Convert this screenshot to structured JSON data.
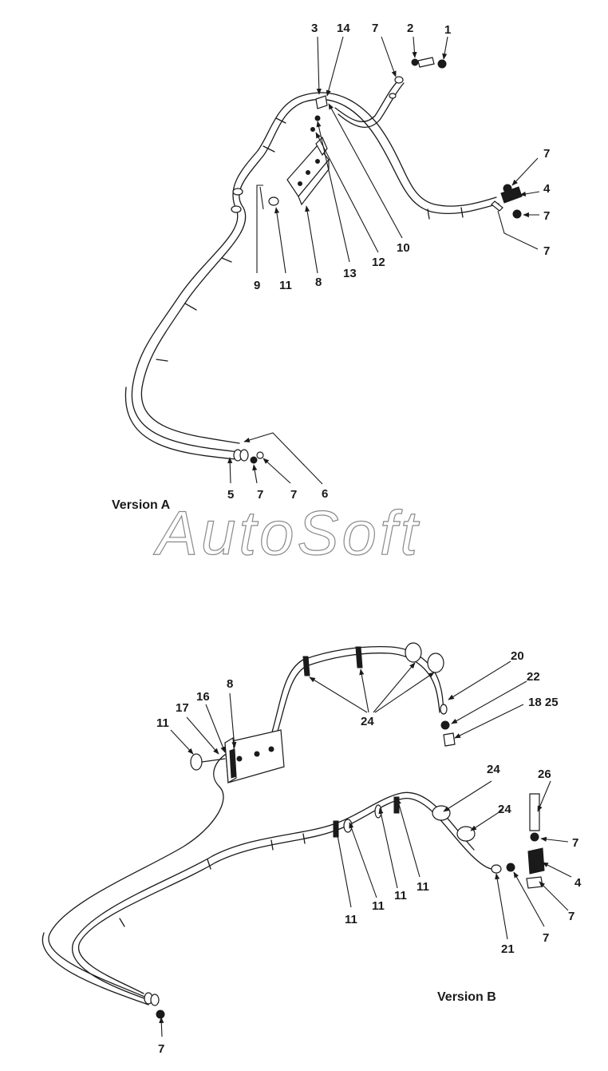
{
  "watermark": "AutoSoft",
  "version_a": {
    "label": "Version A",
    "callouts": [
      "1",
      "2",
      "3",
      "14",
      "7",
      "7",
      "4",
      "7",
      "7",
      "9",
      "11",
      "8",
      "13",
      "12",
      "10",
      "5",
      "7",
      "7",
      "6"
    ]
  },
  "version_b": {
    "label": "Version B",
    "callouts": [
      "20",
      "22",
      "18 25",
      "24",
      "8",
      "16",
      "17",
      "11",
      "24",
      "24",
      "26",
      "7",
      "4",
      "7",
      "7",
      "21",
      "11",
      "11",
      "11",
      "11",
      "7"
    ]
  },
  "colors": {
    "ink": "#1a1a1a",
    "watermark": "#8a8a8a",
    "background": "#ffffff"
  }
}
